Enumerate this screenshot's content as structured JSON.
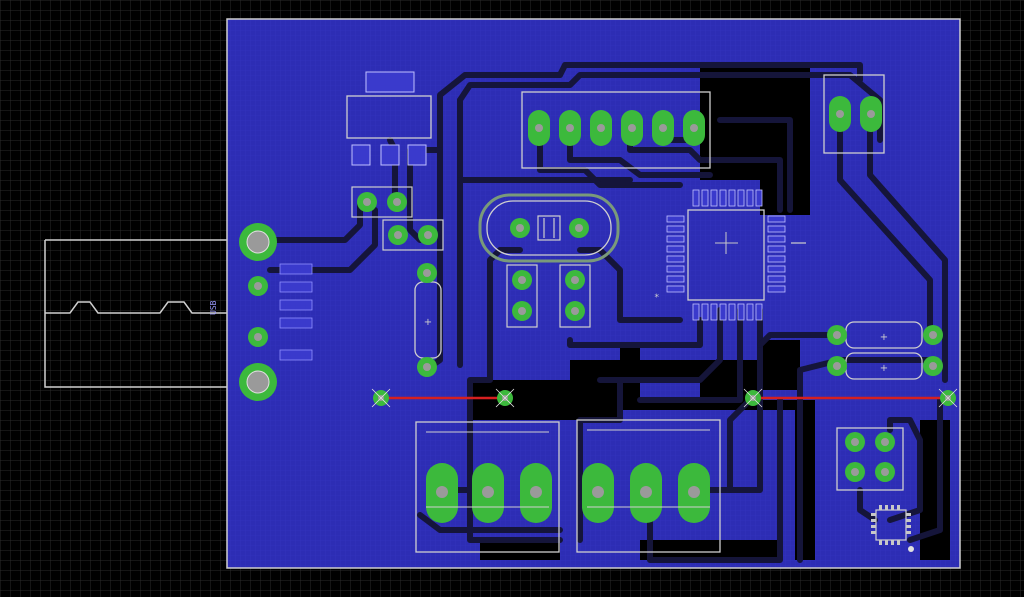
{
  "app": {
    "view": "pcb-layout-editor"
  },
  "colors": {
    "background": "#000000",
    "grid": "#2a2a2a",
    "copper_pour": "#2d2db4",
    "board_outline": "#cfcfcf",
    "trace": "#15153a",
    "pad": "#3cb93c",
    "silkscreen": "#c8c8c8",
    "airwire": "#d62020",
    "smd_pad": "#3a3acc"
  },
  "board": {
    "usb_connector_label": "USB"
  },
  "components": {
    "regulator": "sot223-regulator",
    "crystal": "crystal-oscillator",
    "microcontroller": "qfp32-mcu",
    "header_6pin": "pin-header-6",
    "header_2pin": "pin-header-2",
    "header_2x2": "pin-header-2x2",
    "terminal_block_left": "terminal-block-3pin-left",
    "terminal_block_right": "terminal-block-3pin-right",
    "sensor_ic": "qfn-sensor"
  }
}
